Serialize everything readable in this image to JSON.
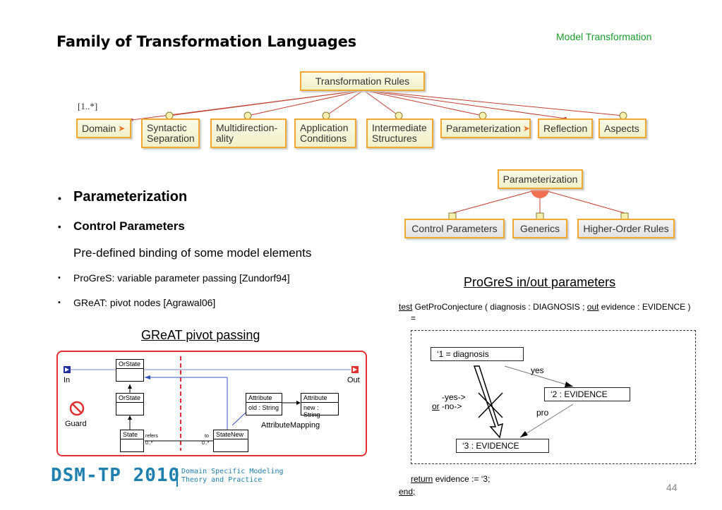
{
  "slide": {
    "title": "Family of Transformation Languages",
    "section": "Model Transformation",
    "page_number": "44"
  },
  "feature_tree": {
    "root": "Transformation Rules",
    "cardinality": "[1..*]",
    "children": [
      "Domain",
      "Syntactic Separation",
      "Multidirection-ality",
      "Application Conditions",
      "Intermediate Structures",
      "Parameterization",
      "Reflection",
      "Aspects"
    ],
    "expandable_marker": "➤"
  },
  "param_tree": {
    "root": "Parameterization",
    "children": [
      "Control Parameters",
      "Generics",
      "Higher-Order Rules"
    ]
  },
  "bullets": [
    {
      "marker": "•",
      "text": "Parameterization"
    },
    {
      "marker": "•",
      "text": "Control Parameters"
    },
    {
      "marker": "",
      "text": "Pre-defined binding of some model elements"
    },
    {
      "marker": "•",
      "text": "ProGreS: variable parameter passing [Zundorf94]"
    },
    {
      "marker": "•",
      "text": "GReAT: pivot nodes [Agrawal06]"
    }
  ],
  "captions": {
    "great": "GReAT pivot passing",
    "progres": "ProGreS in/out parameters"
  },
  "great_diagram": {
    "in_label": "In",
    "out_label": "Out",
    "guard_label": "Guard",
    "orstate1": "OrState",
    "orstate2": "OrState",
    "state": "State",
    "statenew": "StateNew",
    "refers": "refers",
    "mult1": "0..*",
    "to": "to",
    "mult2": "0..*",
    "attr1_head": "Attribute",
    "attr1_body": "old : String",
    "attr2_head": "Attribute",
    "attr2_body": "new : String",
    "mapping": "AttributeMapping"
  },
  "progres_code": {
    "kw_test": "test",
    "signature_a": " GetProConjecture ( diagnosis : DIAGNOSIS ; ",
    "kw_out": "out",
    "signature_b": " evidence : EVIDENCE )",
    "eq": "=",
    "node1": "‘1   = diagnosis",
    "node2": "‘2   : EVIDENCE",
    "node3": "‘3   : EVIDENCE",
    "edge_yes": "yes",
    "edge_pro": "pro",
    "neg_yes": "-yes->",
    "kw_or": "or",
    "neg_no": " -no->",
    "kw_return": "return",
    "return_rest": " evidence := ‘3;",
    "kw_end": "end;"
  },
  "footer": {
    "logo": "DSM-TP 2010",
    "logo_sub1": "Domain Specific Modeling",
    "logo_sub2": "Theory and Practice"
  },
  "colors": {
    "accent_green": "#1a9c2a",
    "box_border": "#f0a830",
    "great_border": "#e03030",
    "logo_blue": "#1f7fae"
  }
}
